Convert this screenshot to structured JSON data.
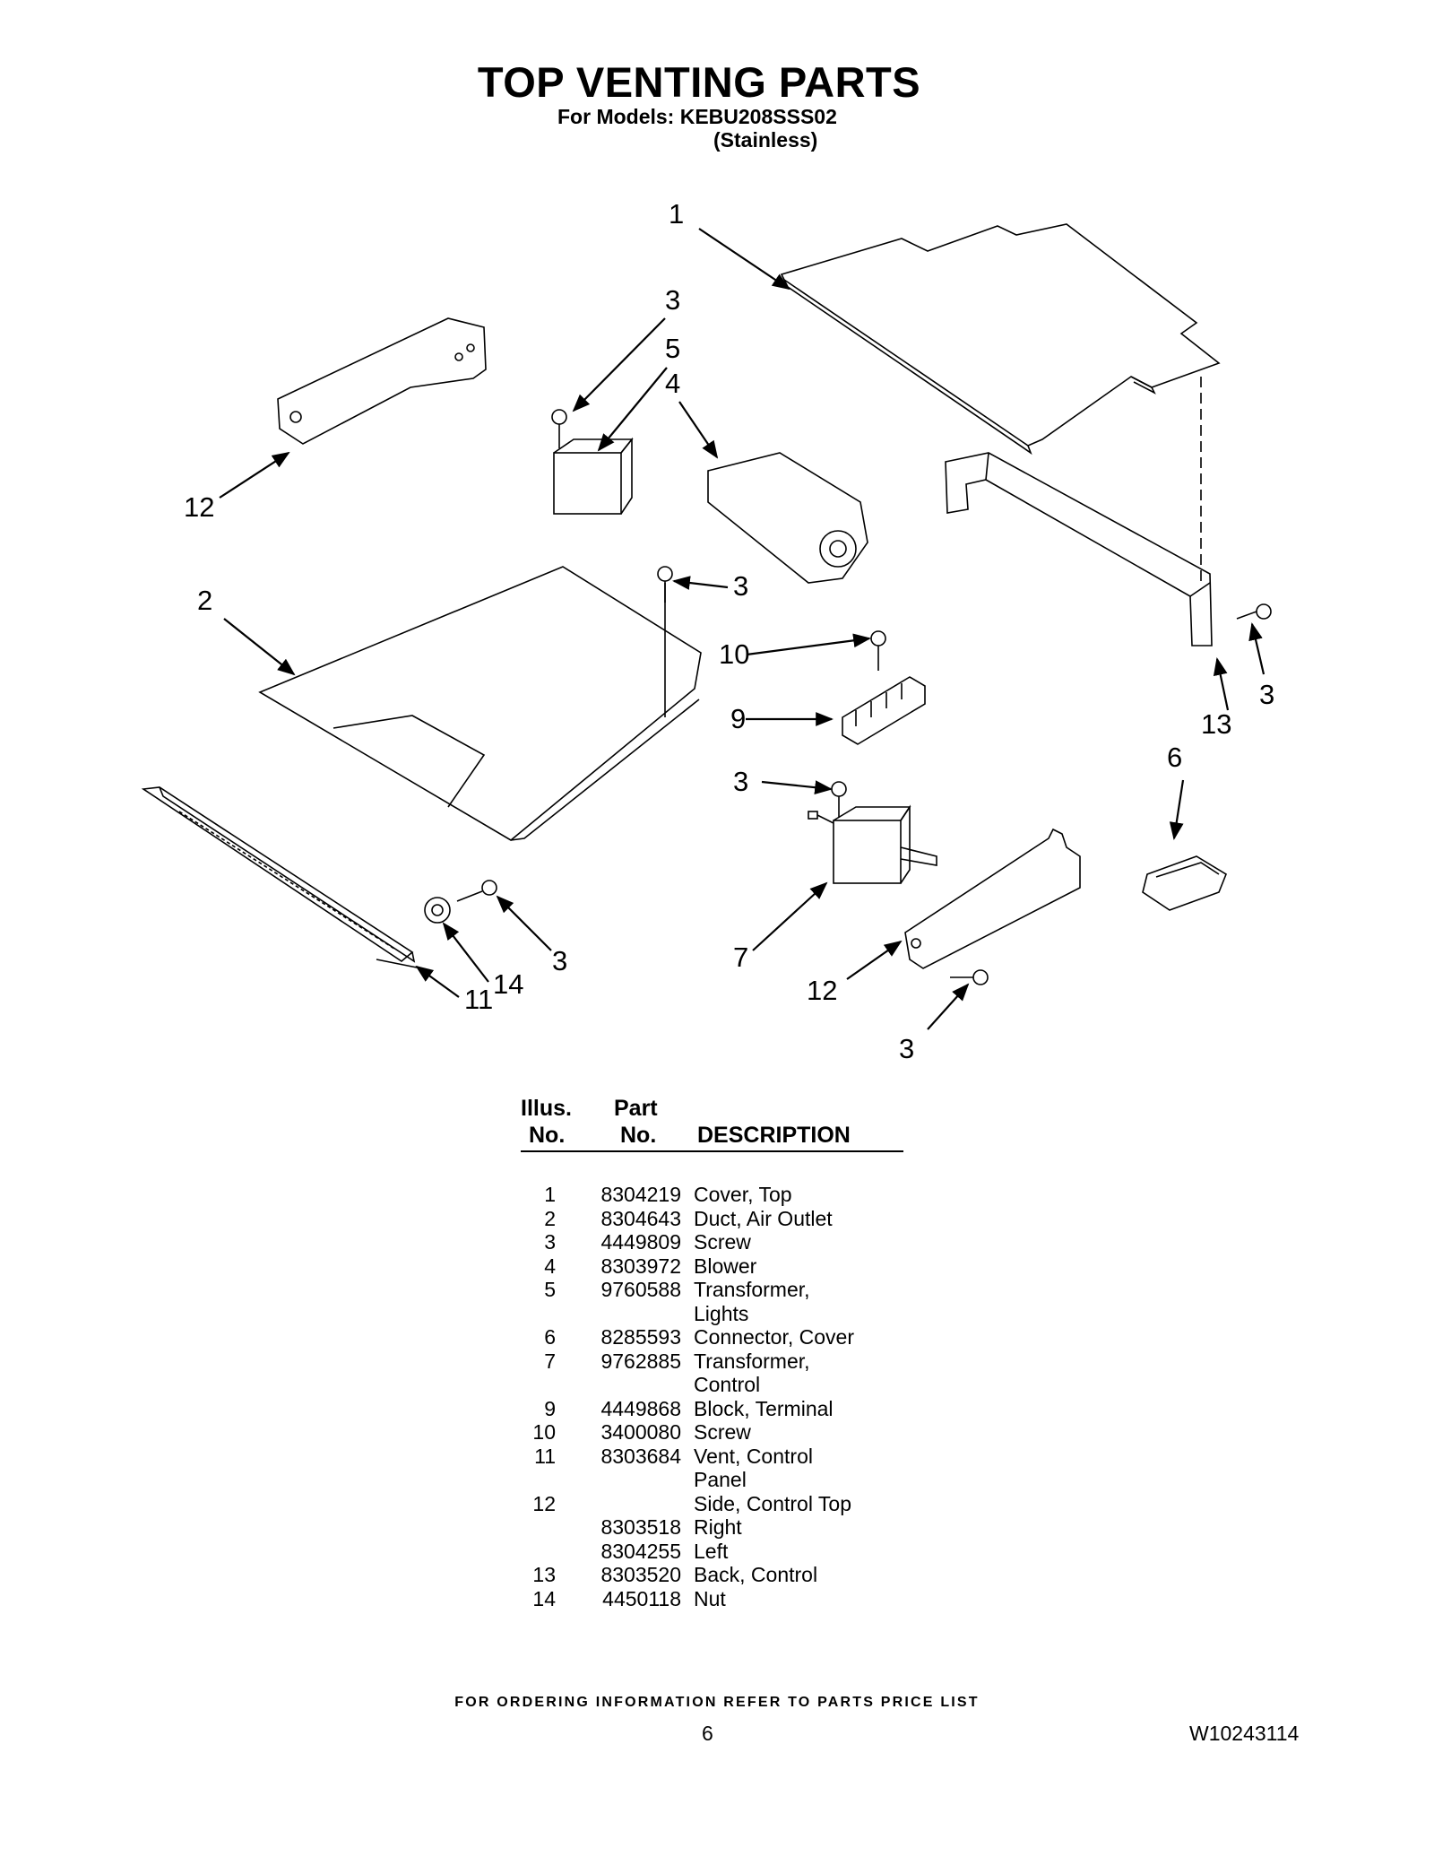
{
  "header": {
    "title": "TOP VENTING PARTS",
    "models_line": "For Models: KEBU208SSS02",
    "finish": "(Stainless)"
  },
  "callouts": [
    "1",
    "3",
    "5",
    "4",
    "12",
    "2",
    "3",
    "10",
    "9",
    "3",
    "3",
    "13",
    "6",
    "3",
    "14",
    "11",
    "7",
    "12",
    "3"
  ],
  "table": {
    "col_illus": [
      "Illus.",
      "No."
    ],
    "col_part": [
      "Part",
      "No."
    ],
    "col_desc": "DESCRIPTION",
    "rows": [
      {
        "illus": "1",
        "part": "8304219",
        "desc": "Cover, Top"
      },
      {
        "illus": "2",
        "part": "8304643",
        "desc": "Duct, Air Outlet"
      },
      {
        "illus": "3",
        "part": "4449809",
        "desc": "Screw"
      },
      {
        "illus": "4",
        "part": "8303972",
        "desc": "Blower"
      },
      {
        "illus": "5",
        "part": "9760588",
        "desc": "Transformer,"
      },
      {
        "illus": "",
        "part": "",
        "desc": "Lights"
      },
      {
        "illus": "6",
        "part": "8285593",
        "desc": "Connector, Cover"
      },
      {
        "illus": "7",
        "part": "9762885",
        "desc": "Transformer,"
      },
      {
        "illus": "",
        "part": "",
        "desc": "Control"
      },
      {
        "illus": "9",
        "part": "4449868",
        "desc": "Block, Terminal"
      },
      {
        "illus": "10",
        "part": "3400080",
        "desc": "Screw"
      },
      {
        "illus": "11",
        "part": "8303684",
        "desc": "Vent, Control"
      },
      {
        "illus": "",
        "part": "",
        "desc": "Panel"
      },
      {
        "illus": "12",
        "part": "",
        "desc": "Side, Control Top"
      },
      {
        "illus": "",
        "part": "8303518",
        "desc": "Right"
      },
      {
        "illus": "",
        "part": "8304255",
        "desc": "Left"
      },
      {
        "illus": "13",
        "part": "8303520",
        "desc": "Back, Control"
      },
      {
        "illus": "14",
        "part": "4450118",
        "desc": "Nut"
      }
    ]
  },
  "footer": {
    "ordering_note": "FOR ORDERING INFORMATION REFER TO PARTS PRICE LIST",
    "page_number": "6",
    "doc_number": "W10243114"
  }
}
